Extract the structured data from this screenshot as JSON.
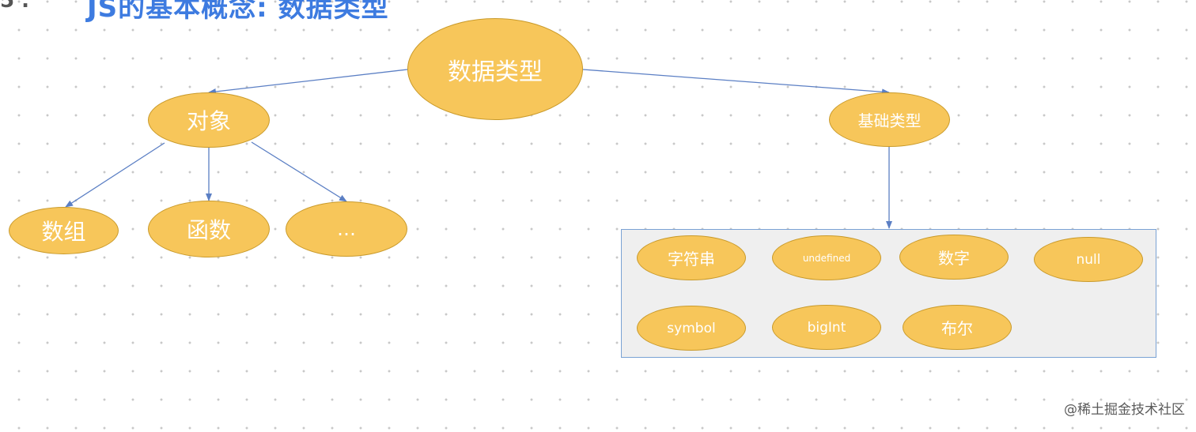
{
  "heading": {
    "text": "JS的基本概念: 数据类型"
  },
  "nodes": {
    "root": "数据类型",
    "object": "对象",
    "primitive": "基础类型",
    "array": "数组",
    "function": "函数",
    "more": "…",
    "string": "字符串",
    "undefined": "undefined",
    "number": "数字",
    "null": "null",
    "symbol": "symbol",
    "bigint": "bigInt",
    "boolean": "布尔"
  },
  "colors": {
    "node_fill": "#f7c65a",
    "node_border": "#c99a2a",
    "edge": "#5b7fc4",
    "heading": "#3d7be0",
    "group_bg": "#efefef",
    "group_border": "#7aa2d4"
  },
  "watermark": "@稀土掘金技术社区"
}
